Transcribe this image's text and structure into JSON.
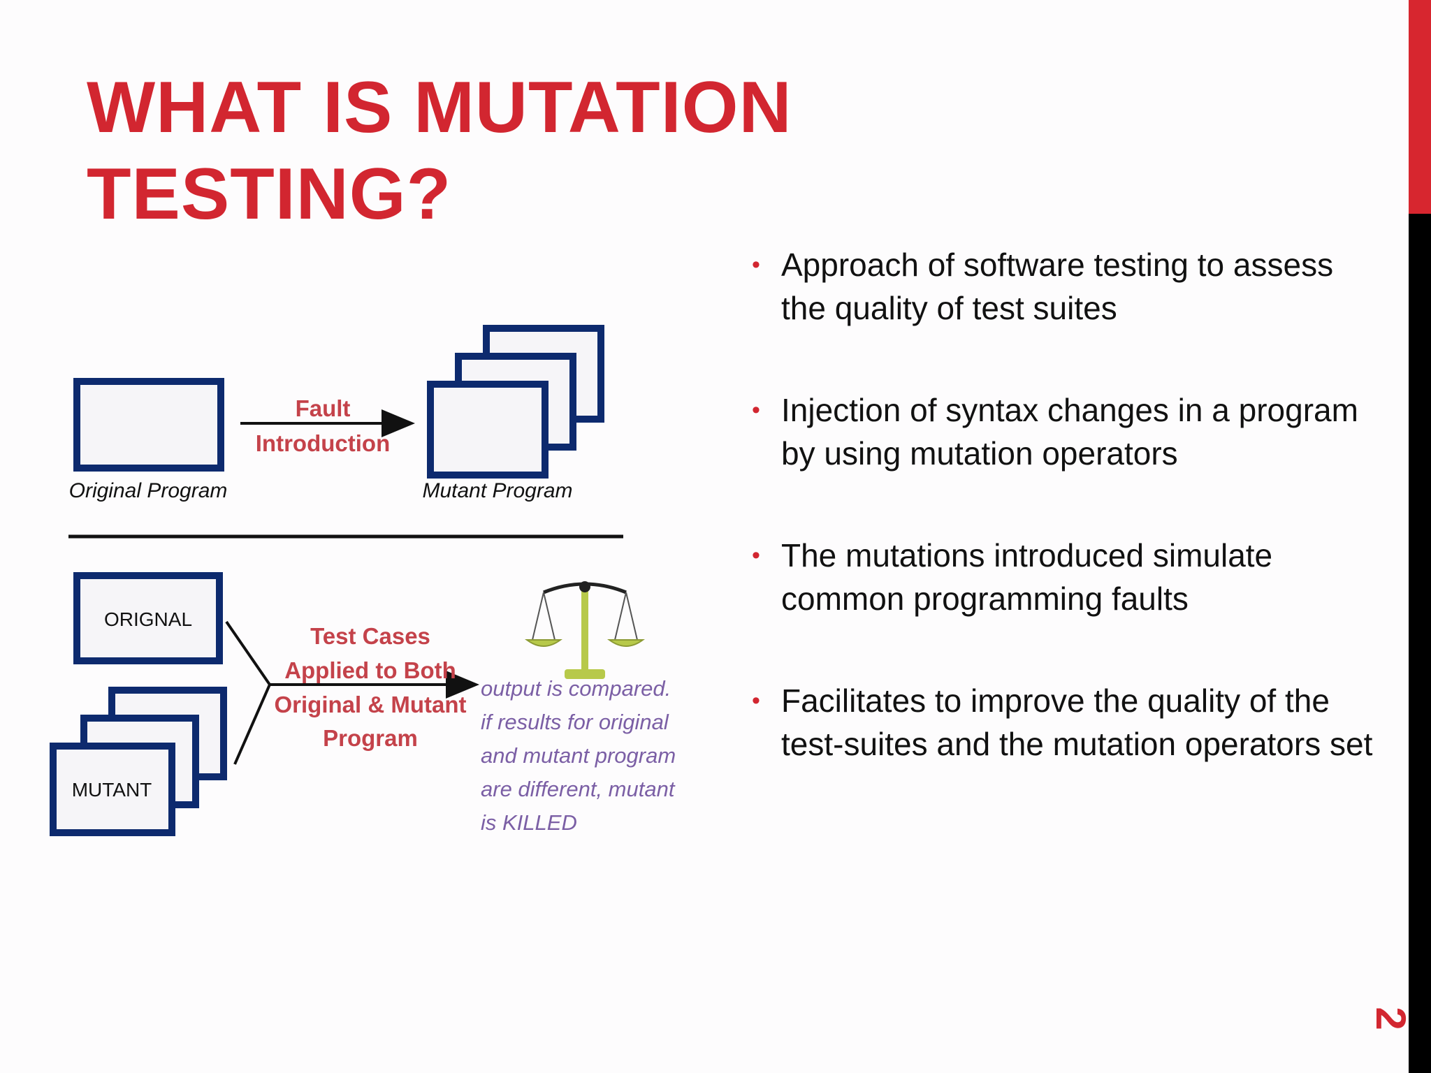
{
  "slide": {
    "title": "WHAT IS MUTATION TESTING?",
    "page_number": "2",
    "colors": {
      "accent": "#d22630",
      "box_border": "#0d2a6e",
      "handwriting": "#7b5fa5",
      "scale": "#b7c94a"
    }
  },
  "diagram": {
    "original_program_label": "Original Program",
    "mutant_program_label": "Mutant Program",
    "fault_label_1": "Fault",
    "fault_label_2": "Introduction",
    "original_box_label": "ORIGNAL",
    "mutant_box_label": "MUTANT",
    "test_label_1": "Test Cases",
    "test_label_2": "Applied to Both",
    "test_label_3": "Original & Mutant",
    "test_label_4": "Program",
    "note_1": "output is compared.",
    "note_2": "if results for original",
    "note_3": "and mutant program",
    "note_4": "are different, mutant",
    "note_5": "is KILLED",
    "scale_icon": "balance-scale-icon"
  },
  "bullets": [
    {
      "text": "Approach of software testing to assess the quality of test suites"
    },
    {
      "text": "Injection of syntax changes in a program by using mutation operators"
    },
    {
      "text": "The mutations introduced simulate common programming faults"
    },
    {
      "text": "Facilitates to improve the quality of the test-suites and the mutation operators set"
    }
  ]
}
